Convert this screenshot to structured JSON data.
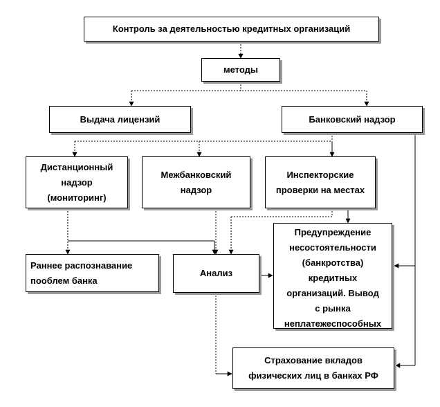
{
  "diagram": {
    "root": "Контроль за деятельностью кредитных организаций",
    "methods": "методы",
    "licensing": "Выдача лицензий",
    "supervision": "Банковский надзор",
    "remote": "Дистанционный\nнадзор\n(мониторинг)",
    "interbank": "Межбанковский\nнадзор",
    "inspection": "Инспекторские\nпроверки на местах",
    "prevention": "Предупреждение\nнесостоятельности\n(банкротства)\nкредитных\nорганизаций. Вывод\nс рынка\nнеплатежеспособных",
    "early": "Раннее распознавание\nпооблем банка",
    "analysis": "Анализ",
    "insurance": "Страхование вкладов\nфизических лиц в банках РФ"
  }
}
